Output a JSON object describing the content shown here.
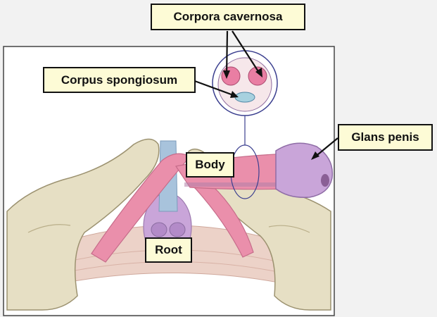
{
  "labels": {
    "corpora_cavernosa": "Corpora cavernosa",
    "corpus_spongiosum": "Corpus spongiosum",
    "glans_penis": "Glans penis",
    "body": "Body",
    "root": "Root"
  },
  "colors": {
    "label_fill": "#fdfbd6",
    "bone": "#e6dfc4",
    "erectile_pink": "#ea8fab",
    "glans_lavender": "#c9a5d9",
    "muscle": "#e8c7bf"
  }
}
